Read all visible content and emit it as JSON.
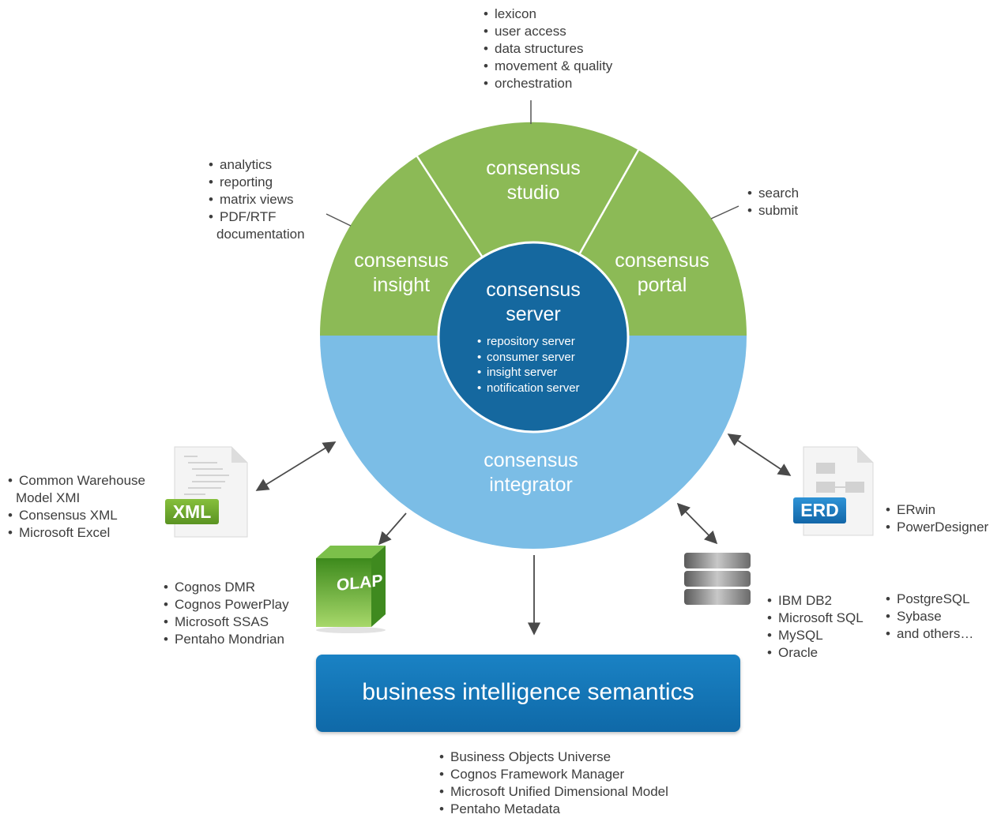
{
  "studio": {
    "line1": "consensus",
    "line2": "studio",
    "features": [
      "lexicon",
      "user access",
      "data structures",
      "movement & quality",
      "orchestration"
    ]
  },
  "insight": {
    "line1": "consensus",
    "line2": "insight",
    "features": [
      "analytics",
      "reporting",
      "matrix views",
      "PDF/RTF"
    ],
    "features_cont": "documentation"
  },
  "portal": {
    "line1": "consensus",
    "line2": "portal",
    "features": [
      "search",
      "submit"
    ]
  },
  "server": {
    "line1": "consensus",
    "line2": "server",
    "items": [
      "repository server",
      "consumer server",
      "insight server",
      "notification server"
    ]
  },
  "integrator": {
    "line1": "consensus",
    "line2": "integrator"
  },
  "xml": {
    "badge": "XML",
    "items": [
      "Common Warehouse"
    ],
    "items_cont": "Model XMI",
    "items_more": [
      "Consensus XML",
      "Microsoft Excel"
    ]
  },
  "erd": {
    "badge": "ERD",
    "items": [
      "ERwin",
      "PowerDesigner"
    ]
  },
  "olap": {
    "badge": "OLAP",
    "items": [
      "Cognos DMR",
      "Cognos PowerPlay",
      "Microsoft SSAS",
      "Pentaho Mondrian"
    ]
  },
  "database": {
    "items_left": [
      "IBM DB2",
      "Microsoft SQL",
      "MySQL",
      "Oracle"
    ],
    "items_right": [
      "PostgreSQL",
      "Sybase",
      "and others…"
    ]
  },
  "bi": {
    "label": "business intelligence semantics",
    "items": [
      "Business Objects Universe",
      "Cognos Framework Manager",
      "Microsoft Unified Dimensional Model",
      "Pentaho Metadata"
    ]
  },
  "colors": {
    "green": "#8cba56",
    "light_blue": "#7bbde6",
    "dark_blue": "#15689f",
    "box_blue": "#1679bb",
    "xml_green": "#6ea52b",
    "erd_blue": "#1d7cc2"
  }
}
